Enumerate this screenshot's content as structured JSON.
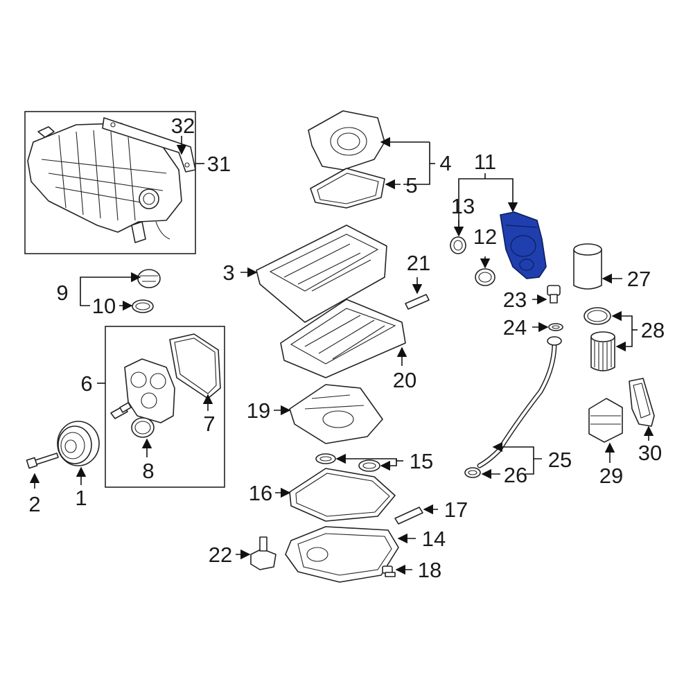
{
  "labels": {
    "l1": "1",
    "l2": "2",
    "l3": "3",
    "l4": "4",
    "l5": "5",
    "l6": "6",
    "l7": "7",
    "l8": "8",
    "l9": "9",
    "l10": "10",
    "l11": "11",
    "l12": "12",
    "l13": "13",
    "l14": "14",
    "l15": "15",
    "l16": "16",
    "l17": "17",
    "l18": "18",
    "l19": "19",
    "l20": "20",
    "l21": "21",
    "l22": "22",
    "l23": "23",
    "l24": "24",
    "l25": "25",
    "l26": "26",
    "l27": "27",
    "l28": "28",
    "l29": "29",
    "l30": "30",
    "l31": "31",
    "l32": "32"
  },
  "colors": {
    "highlight": "#1f3fae",
    "line": "#222222",
    "background": "#ffffff"
  }
}
